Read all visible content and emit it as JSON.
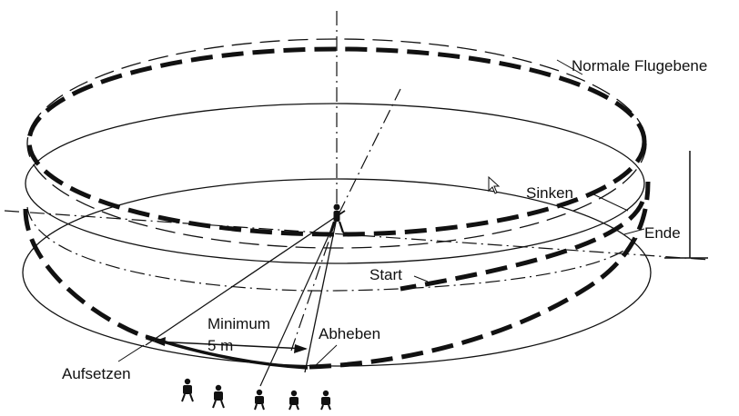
{
  "labels": {
    "normal_plane": "Normale Flugebene",
    "sinken": "Sinken",
    "ende": "Ende",
    "start": "Start",
    "minimum": "Minimum",
    "distance": "5 m",
    "abheben": "Abheben",
    "aufsetzen": "Aufsetzen"
  },
  "colors": {
    "line": "#111111",
    "background": "#ffffff"
  },
  "icons": [
    "pilot-figure",
    "spectator-figure",
    "mouse-cursor-icon"
  ]
}
